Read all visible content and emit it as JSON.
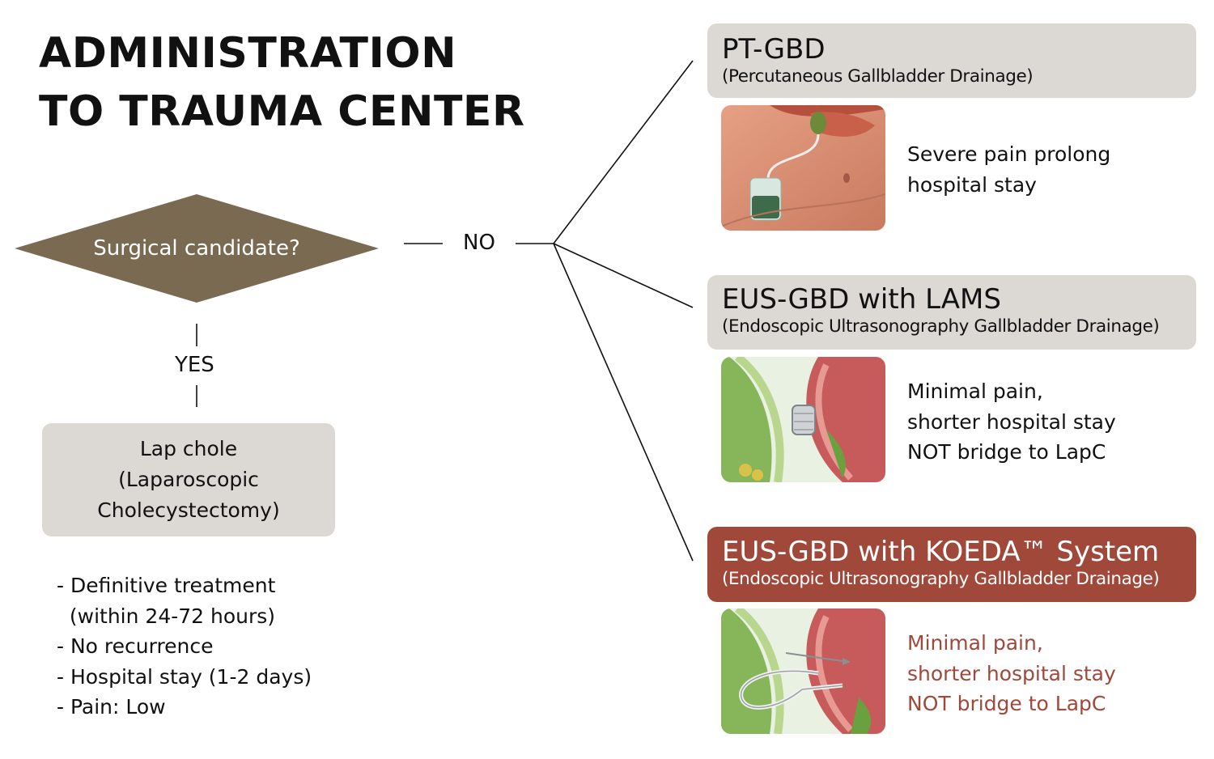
{
  "title": {
    "line1": "ADMINISTRATION",
    "line2": "TO TRAUMA CENTER"
  },
  "decision": {
    "question": "Surgical candidate?",
    "yes_label": "YES",
    "no_label": "NO"
  },
  "surgery": {
    "box_lines": [
      "Lap chole",
      "(Laparoscopic",
      "Cholecystectomy)"
    ],
    "notes": [
      "- Definitive treatment",
      "  (within 24-72 hours)",
      "- No recurrence",
      "- Hospital stay (1-2 days)",
      "- Pain: Low"
    ]
  },
  "options": [
    {
      "name": "PT-GBD",
      "subtitle": "(Percutaneous Gallbladder Drainage)",
      "illustration": "abdomen-drain-illustration",
      "notes": [
        "Severe pain prolong",
        "hospital stay"
      ]
    },
    {
      "name": "EUS-GBD with LAMS",
      "subtitle": "(Endoscopic Ultrasonography Gallbladder Drainage)",
      "illustration": "lams-stent-illustration",
      "notes": [
        "Minimal pain,",
        "shorter hospital stay",
        "NOT bridge to LapC"
      ]
    },
    {
      "name": "EUS-GBD with KOEDA™ System",
      "subtitle": "(Endoscopic Ultrasonography Gallbladder Drainage)",
      "illustration": "koeda-stent-illustration",
      "notes": [
        "Minimal pain,",
        "shorter hospital stay",
        "NOT bridge to LapC"
      ]
    }
  ],
  "colors": {
    "diamond": "#7a6a52",
    "box": "#dcd8d3",
    "accent": "#a0483a",
    "text": "#111111"
  }
}
